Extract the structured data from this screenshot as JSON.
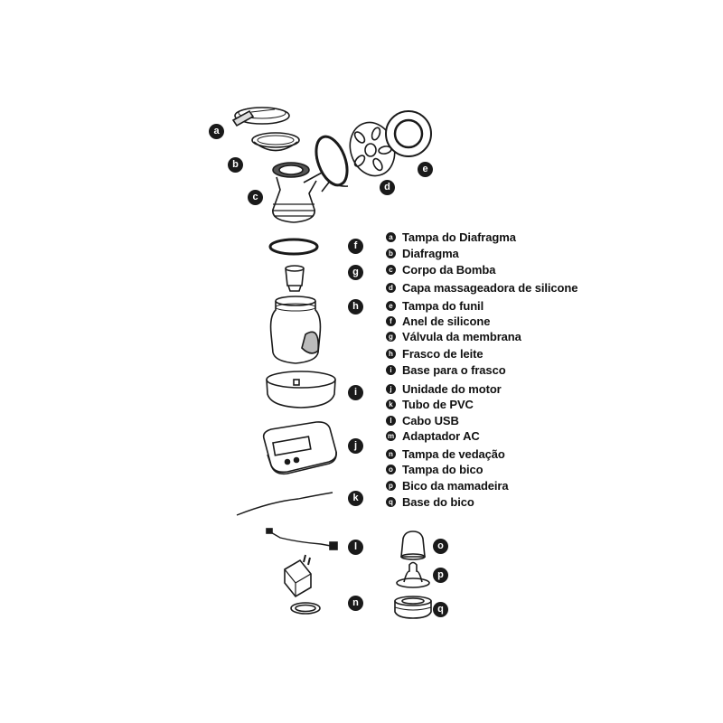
{
  "legend": [
    {
      "letter": "a",
      "text": "Tampa do Diafragma"
    },
    {
      "letter": "b",
      "text": "Diafragma"
    },
    {
      "letter": "c",
      "text": "Corpo da Bomba"
    },
    {
      "letter": "d",
      "text": "Capa massageadora de silicone"
    },
    {
      "letter": "e",
      "text": "Tampa do funil"
    },
    {
      "letter": "f",
      "text": "Anel de silicone"
    },
    {
      "letter": "g",
      "text": "Válvula da membrana"
    },
    {
      "letter": "h",
      "text": "Frasco de leite"
    },
    {
      "letter": "i",
      "text": "Base para o frasco"
    },
    {
      "letter": "j",
      "text": "Unidade do motor"
    },
    {
      "letter": "k",
      "text": "Tubo de PVC"
    },
    {
      "letter": "l",
      "text": "Cabo USB"
    },
    {
      "letter": "m",
      "text": "Adaptador AC"
    },
    {
      "letter": "n",
      "text": "Tampa de vedação"
    },
    {
      "letter": "o",
      "text": "Tampa do bico"
    },
    {
      "letter": "p",
      "text": "Bico da mamadeira"
    },
    {
      "letter": "q",
      "text": "Base do bico"
    }
  ],
  "part_badges": [
    "a",
    "b",
    "c",
    "d",
    "e",
    "f",
    "g",
    "h",
    "i",
    "j",
    "k",
    "l",
    "n",
    "o",
    "p",
    "q"
  ]
}
